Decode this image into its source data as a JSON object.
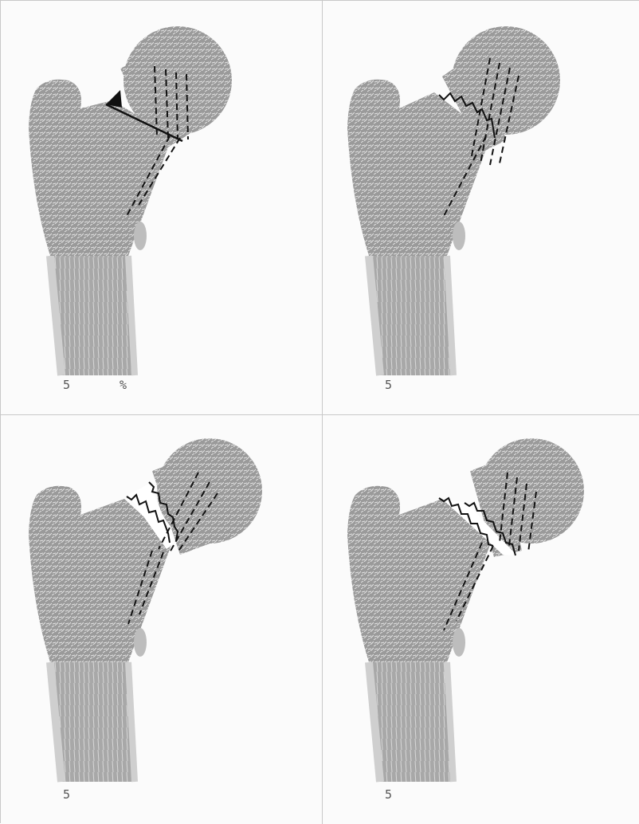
{
  "panels": [
    {
      "grade": "5",
      "marker": "%",
      "fracture": "notch"
    },
    {
      "grade": "5",
      "marker": "",
      "fracture": "crack"
    },
    {
      "grade": "5",
      "marker": "",
      "fracture": "gap-wide"
    },
    {
      "grade": "5",
      "marker": "",
      "fracture": "gap-narrow"
    }
  ],
  "colors": {
    "bone": "#9c9c9c",
    "bone_dark": "#6e6e6e",
    "cortex": "#c4c4c4",
    "line": "#111111",
    "background": "#fbfbfb"
  }
}
